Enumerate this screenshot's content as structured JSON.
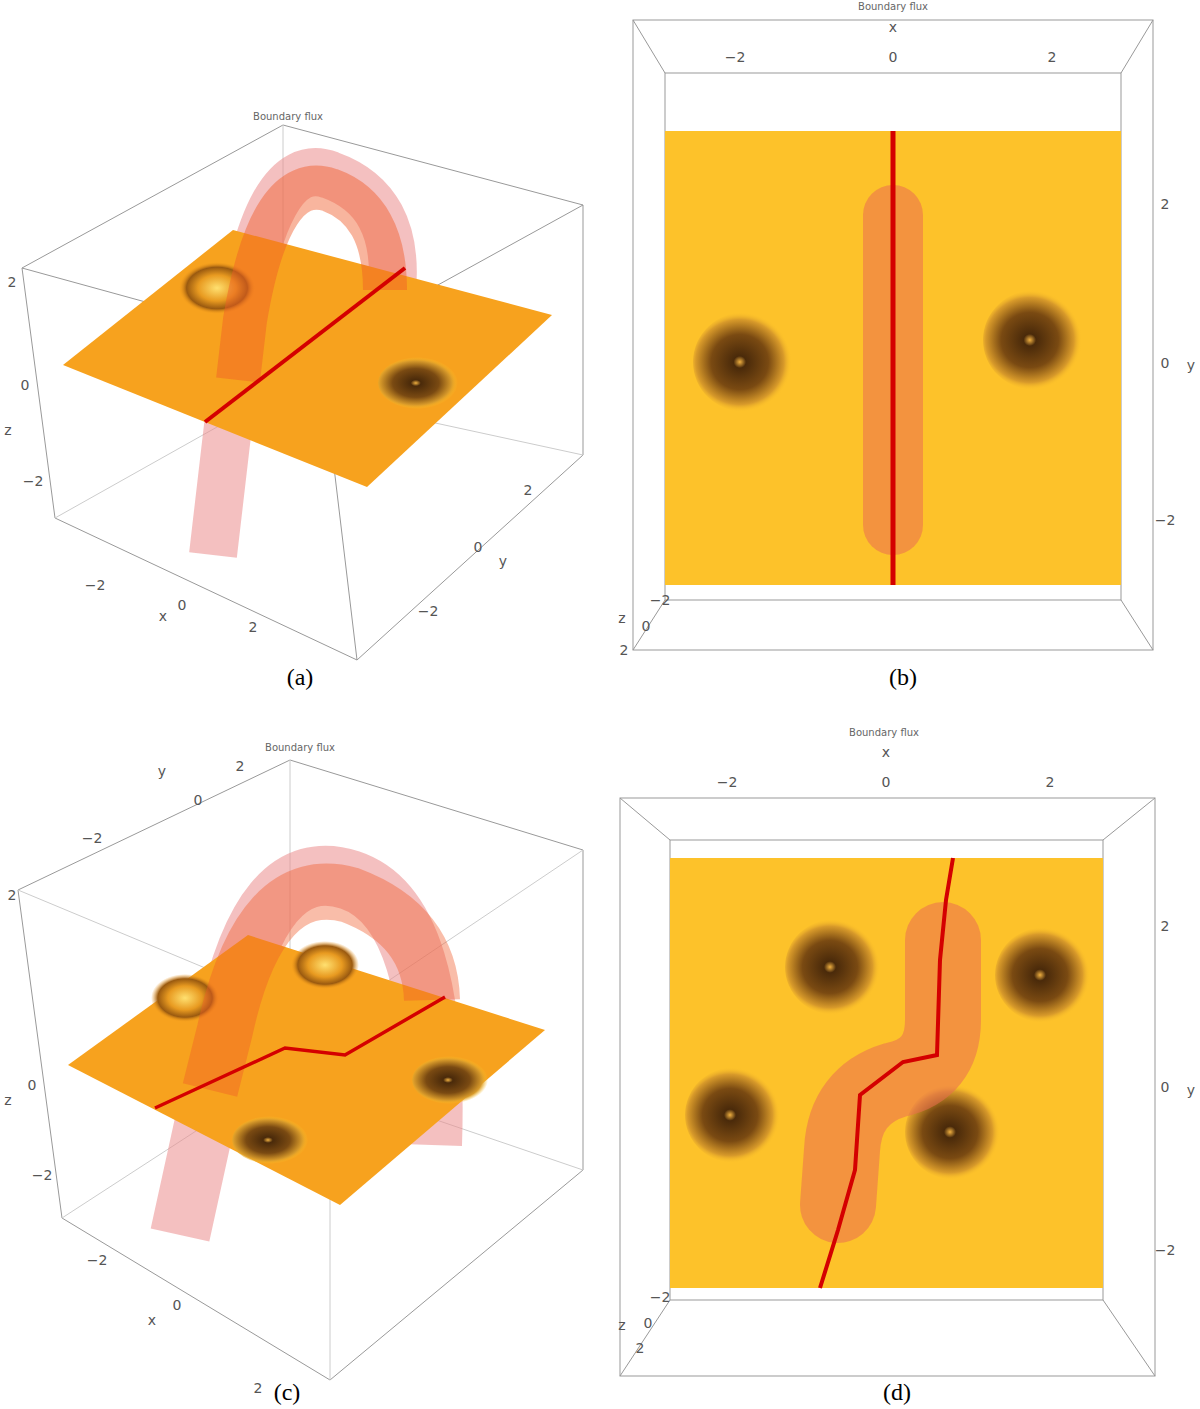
{
  "diagram": {
    "labels": [
      "Boundary flux",
      "2",
      "0",
      "z",
      "−2",
      "−2",
      "0",
      "x",
      "2",
      "2",
      "0",
      "y",
      "−2",
      "(a)",
      "Boundary flux",
      "x",
      "−2",
      "0",
      "2",
      "2",
      "0",
      "y",
      "−2",
      "z",
      "−2",
      "0",
      "2",
      "(b)",
      "Boundary flux",
      "y",
      "2",
      "0",
      "−2",
      "2",
      "z",
      "0",
      "−2",
      "−2",
      "0",
      "x",
      "2",
      "(c)",
      "Boundary flux",
      "x",
      "−2",
      "0",
      "2",
      "2",
      "0",
      "y",
      "−2",
      "−2",
      "z",
      "0",
      "2",
      "(d)"
    ]
  }
}
